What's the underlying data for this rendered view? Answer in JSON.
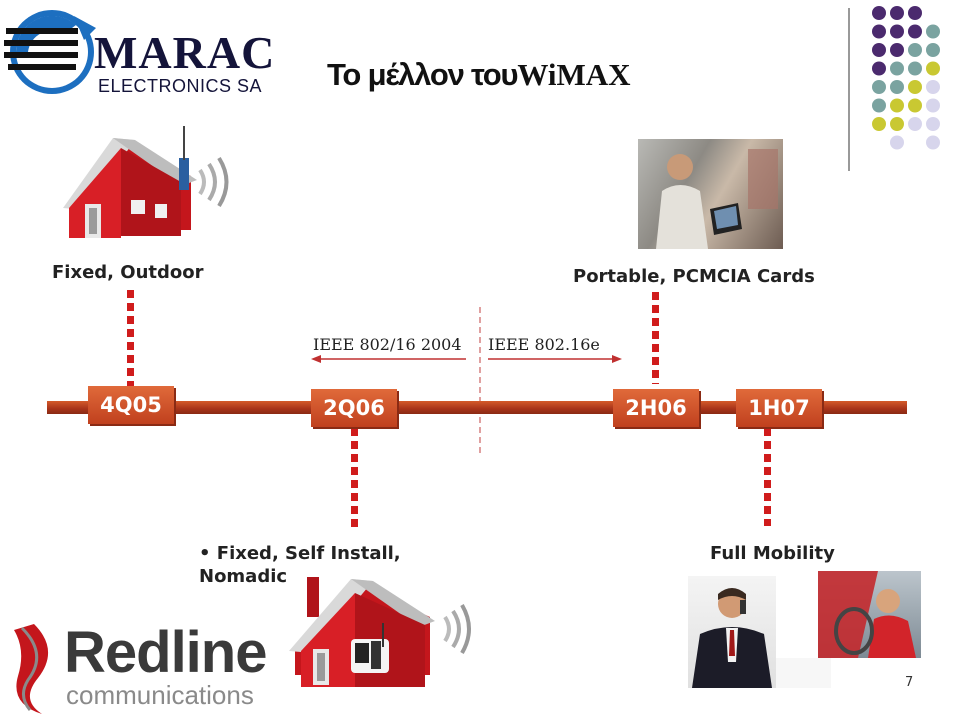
{
  "logo_top": {
    "name": "MARAC",
    "subtitle": "ELECTRONICS SA"
  },
  "title": {
    "prefix": "Το μέλλον του",
    "product": "WiMAX"
  },
  "labels": {
    "fixed_outdoor": "Fixed, Outdoor",
    "portable": "Portable, PCMCIA Cards",
    "self_install_line1": "• Fixed, Self Install,",
    "self_install_line2": "Nomadic",
    "full_mobility": "Full Mobility"
  },
  "standards": {
    "left": "IEEE 802/16 2004",
    "right": "IEEE 802.16e"
  },
  "timeline": [
    "4Q05",
    "2Q06",
    "2H06",
    "1H07"
  ],
  "logo_bottom": {
    "name": "Redline",
    "subtitle": "communications"
  },
  "slide_number": "7",
  "colors": {
    "purple": "#4b2a6e",
    "teal": "#7aa3a0",
    "yellow": "#c9c832",
    "lavender": "#d7d5ec",
    "timeline": "#b33d1f",
    "marker": "#d01c1c"
  }
}
